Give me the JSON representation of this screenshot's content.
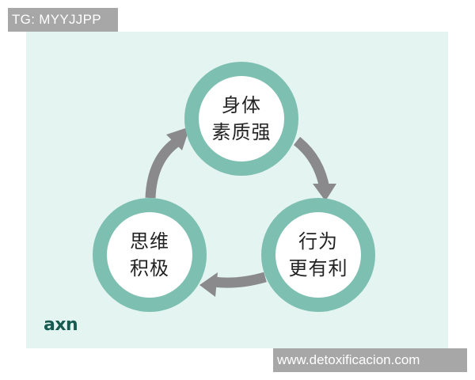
{
  "watermarks": {
    "top": "TG: MYYJJPP",
    "bottom": "www.detoxificacion.com"
  },
  "diagram": {
    "type": "cycle",
    "colors": {
      "background": "#e3f4f1",
      "ring": "#7dbfb0",
      "arrow": "#8a8a8c",
      "text": "#222222",
      "logo": "#175a4f"
    },
    "nodes": [
      {
        "id": "top",
        "line1": "身体",
        "line2": "素质强"
      },
      {
        "id": "right",
        "line1": "行为",
        "line2": "更有利"
      },
      {
        "id": "left",
        "line1": "思维",
        "line2": "积极"
      }
    ],
    "arrows": [
      {
        "from": "top",
        "to": "right"
      },
      {
        "from": "right",
        "to": "left"
      },
      {
        "from": "left",
        "to": "top"
      }
    ],
    "logo": "axn"
  }
}
